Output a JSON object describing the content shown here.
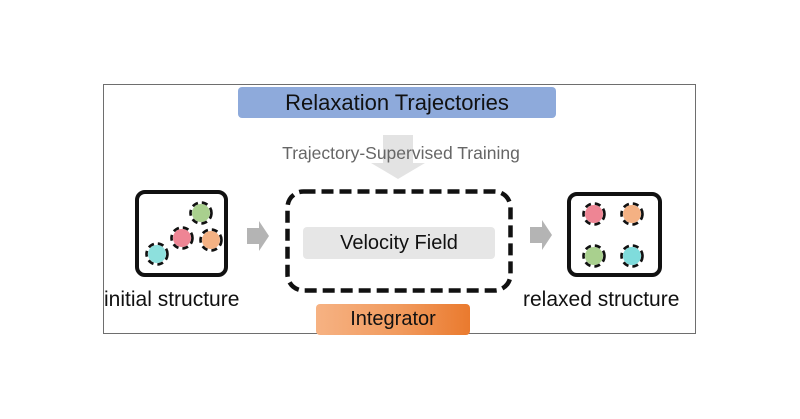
{
  "title": "Relaxation Trajectories",
  "training_label": "Trajectory-Supervised Training",
  "model": {
    "inner_label": "Velocity Field",
    "integrator_label": "Integrator"
  },
  "input": {
    "label": "initial structure",
    "atoms": [
      {
        "color": "#a9d08e",
        "name": "green"
      },
      {
        "color": "#ee8594",
        "name": "pink"
      },
      {
        "color": "#f4b183",
        "name": "orange"
      },
      {
        "color": "#8de0dd",
        "name": "cyan"
      }
    ]
  },
  "output": {
    "label": "relaxed structure",
    "atoms": [
      {
        "color": "#ee8594",
        "name": "pink"
      },
      {
        "color": "#f4b183",
        "name": "orange"
      },
      {
        "color": "#a9d08e",
        "name": "green"
      },
      {
        "color": "#7fdcdc",
        "name": "cyan"
      }
    ]
  },
  "colors": {
    "title_bg": "#8eaadb",
    "velocity_bg": "#e6e6e6",
    "integrator_bg": "#f19a5d",
    "arrow": "#b4b4b4",
    "training_arrow": "#e3e3e3"
  },
  "icons": {
    "process_arrow": "right-arrow-icon",
    "training_arrow": "down-arrow-icon"
  }
}
